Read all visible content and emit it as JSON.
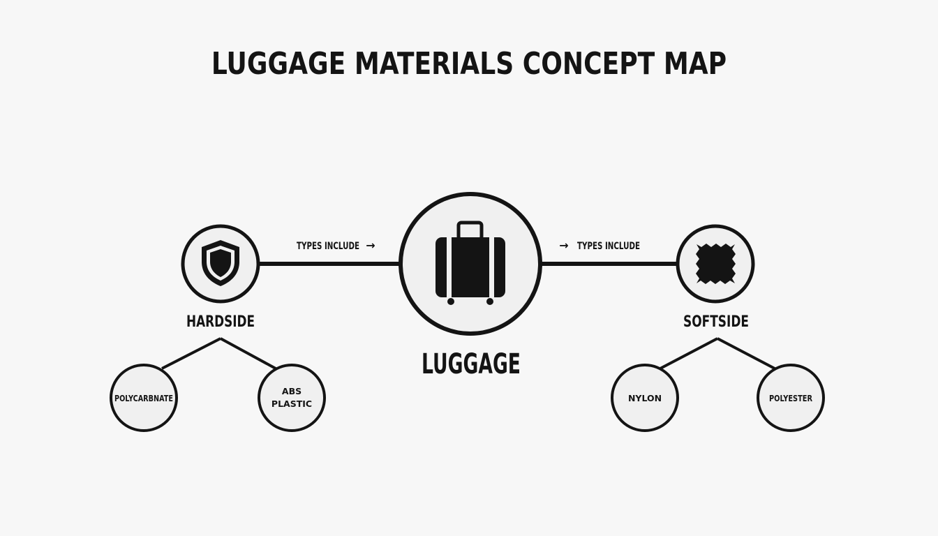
{
  "title": "LUGGAGE MATERIALS CONCEPT MAP",
  "colors": {
    "ink": "#141414",
    "node_fill": "#f0f0f0",
    "background": "#f7f7f7"
  },
  "center": {
    "label": "LUGGAGE",
    "icon": "suitcase-icon"
  },
  "connectors": {
    "left_label": "TYPES INCLUDE",
    "left_arrow": "→",
    "right_label": "TYPES INCLUDE",
    "right_arrow": "→"
  },
  "categories": [
    {
      "label": "HARDSIDE",
      "icon": "shield-icon",
      "materials": [
        {
          "line1": "POLYCARBNATE",
          "line2": ""
        },
        {
          "line1": "ABS",
          "line2": "PLASTIC"
        }
      ]
    },
    {
      "label": "SOFTSIDE",
      "icon": "fabric-swatch-icon",
      "materials": [
        {
          "line1": "NYLON",
          "line2": ""
        },
        {
          "line1": "POLYESTER",
          "line2": ""
        }
      ]
    }
  ]
}
